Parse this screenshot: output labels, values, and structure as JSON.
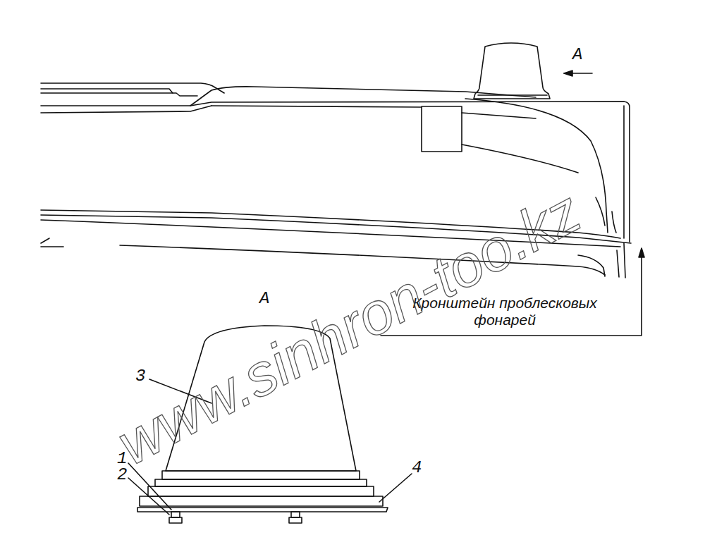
{
  "diagram": {
    "labels": [
      "А",
      "А",
      "3",
      "1",
      "2",
      "4",
      "Кронштейн проблесковых фонарей",
      "www.sinhron-too.kz"
    ]
  }
}
